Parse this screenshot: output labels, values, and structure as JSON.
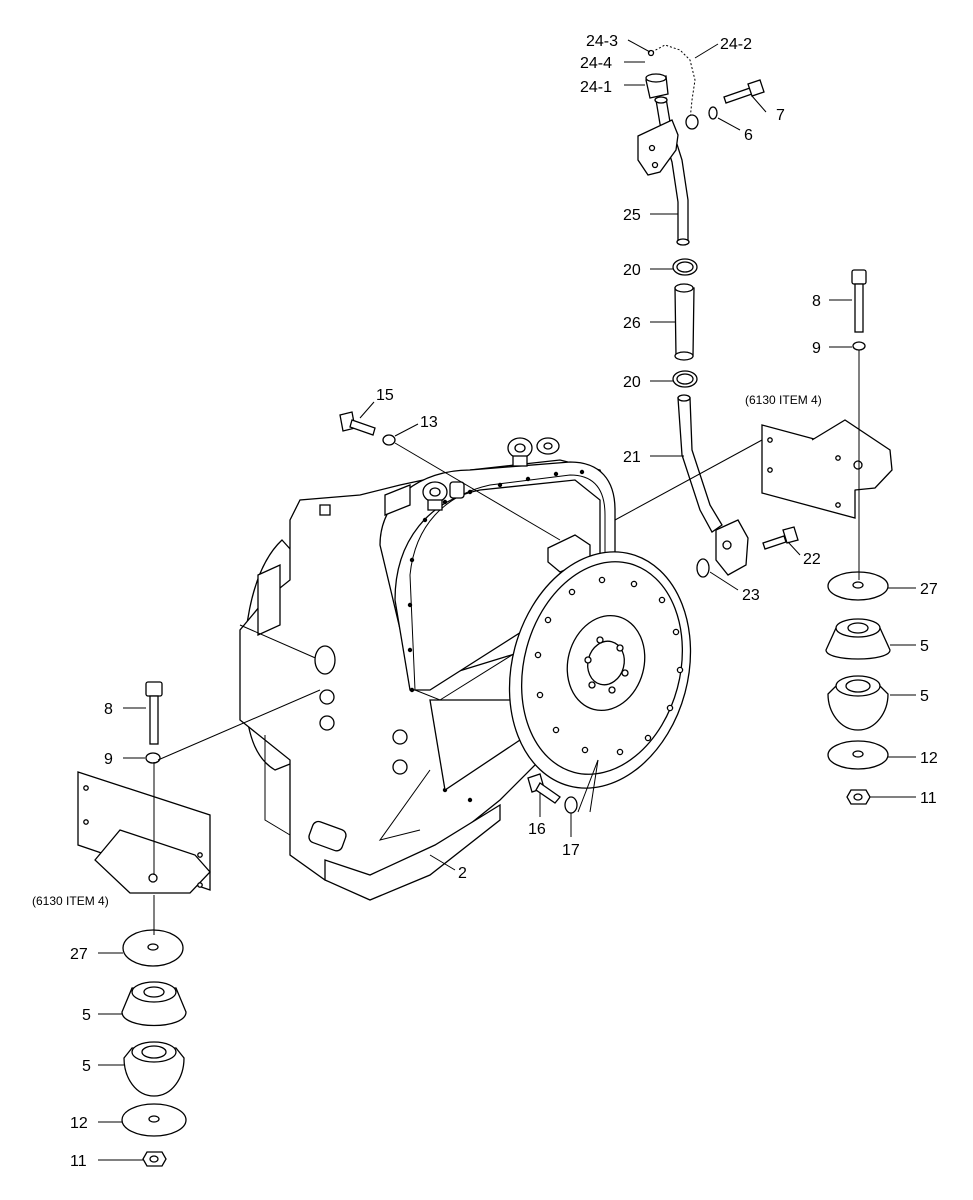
{
  "labels": {
    "l24_3": "24-3",
    "l24_2": "24-2",
    "l24_4": "24-4",
    "l24_1": "24-1",
    "l7": "7",
    "l6": "6",
    "l25": "25",
    "l20a": "20",
    "l26": "26",
    "l20b": "20",
    "l21": "21",
    "l22": "22",
    "l23": "23",
    "l8r": "8",
    "l9r": "9",
    "l27r": "27",
    "l5r1": "5",
    "l5r2": "5",
    "l12r": "12",
    "l11r": "11",
    "l15": "15",
    "l13": "13",
    "l16": "16",
    "l17": "17",
    "l2": "2",
    "l8l": "8",
    "l9l": "9",
    "l27l": "27",
    "l5l1": "5",
    "l5l2": "5",
    "l12l": "12",
    "l11l": "11"
  },
  "notes": {
    "ref_right": "(6130 ITEM 4)",
    "ref_left": "(6130 ITEM 4)"
  }
}
